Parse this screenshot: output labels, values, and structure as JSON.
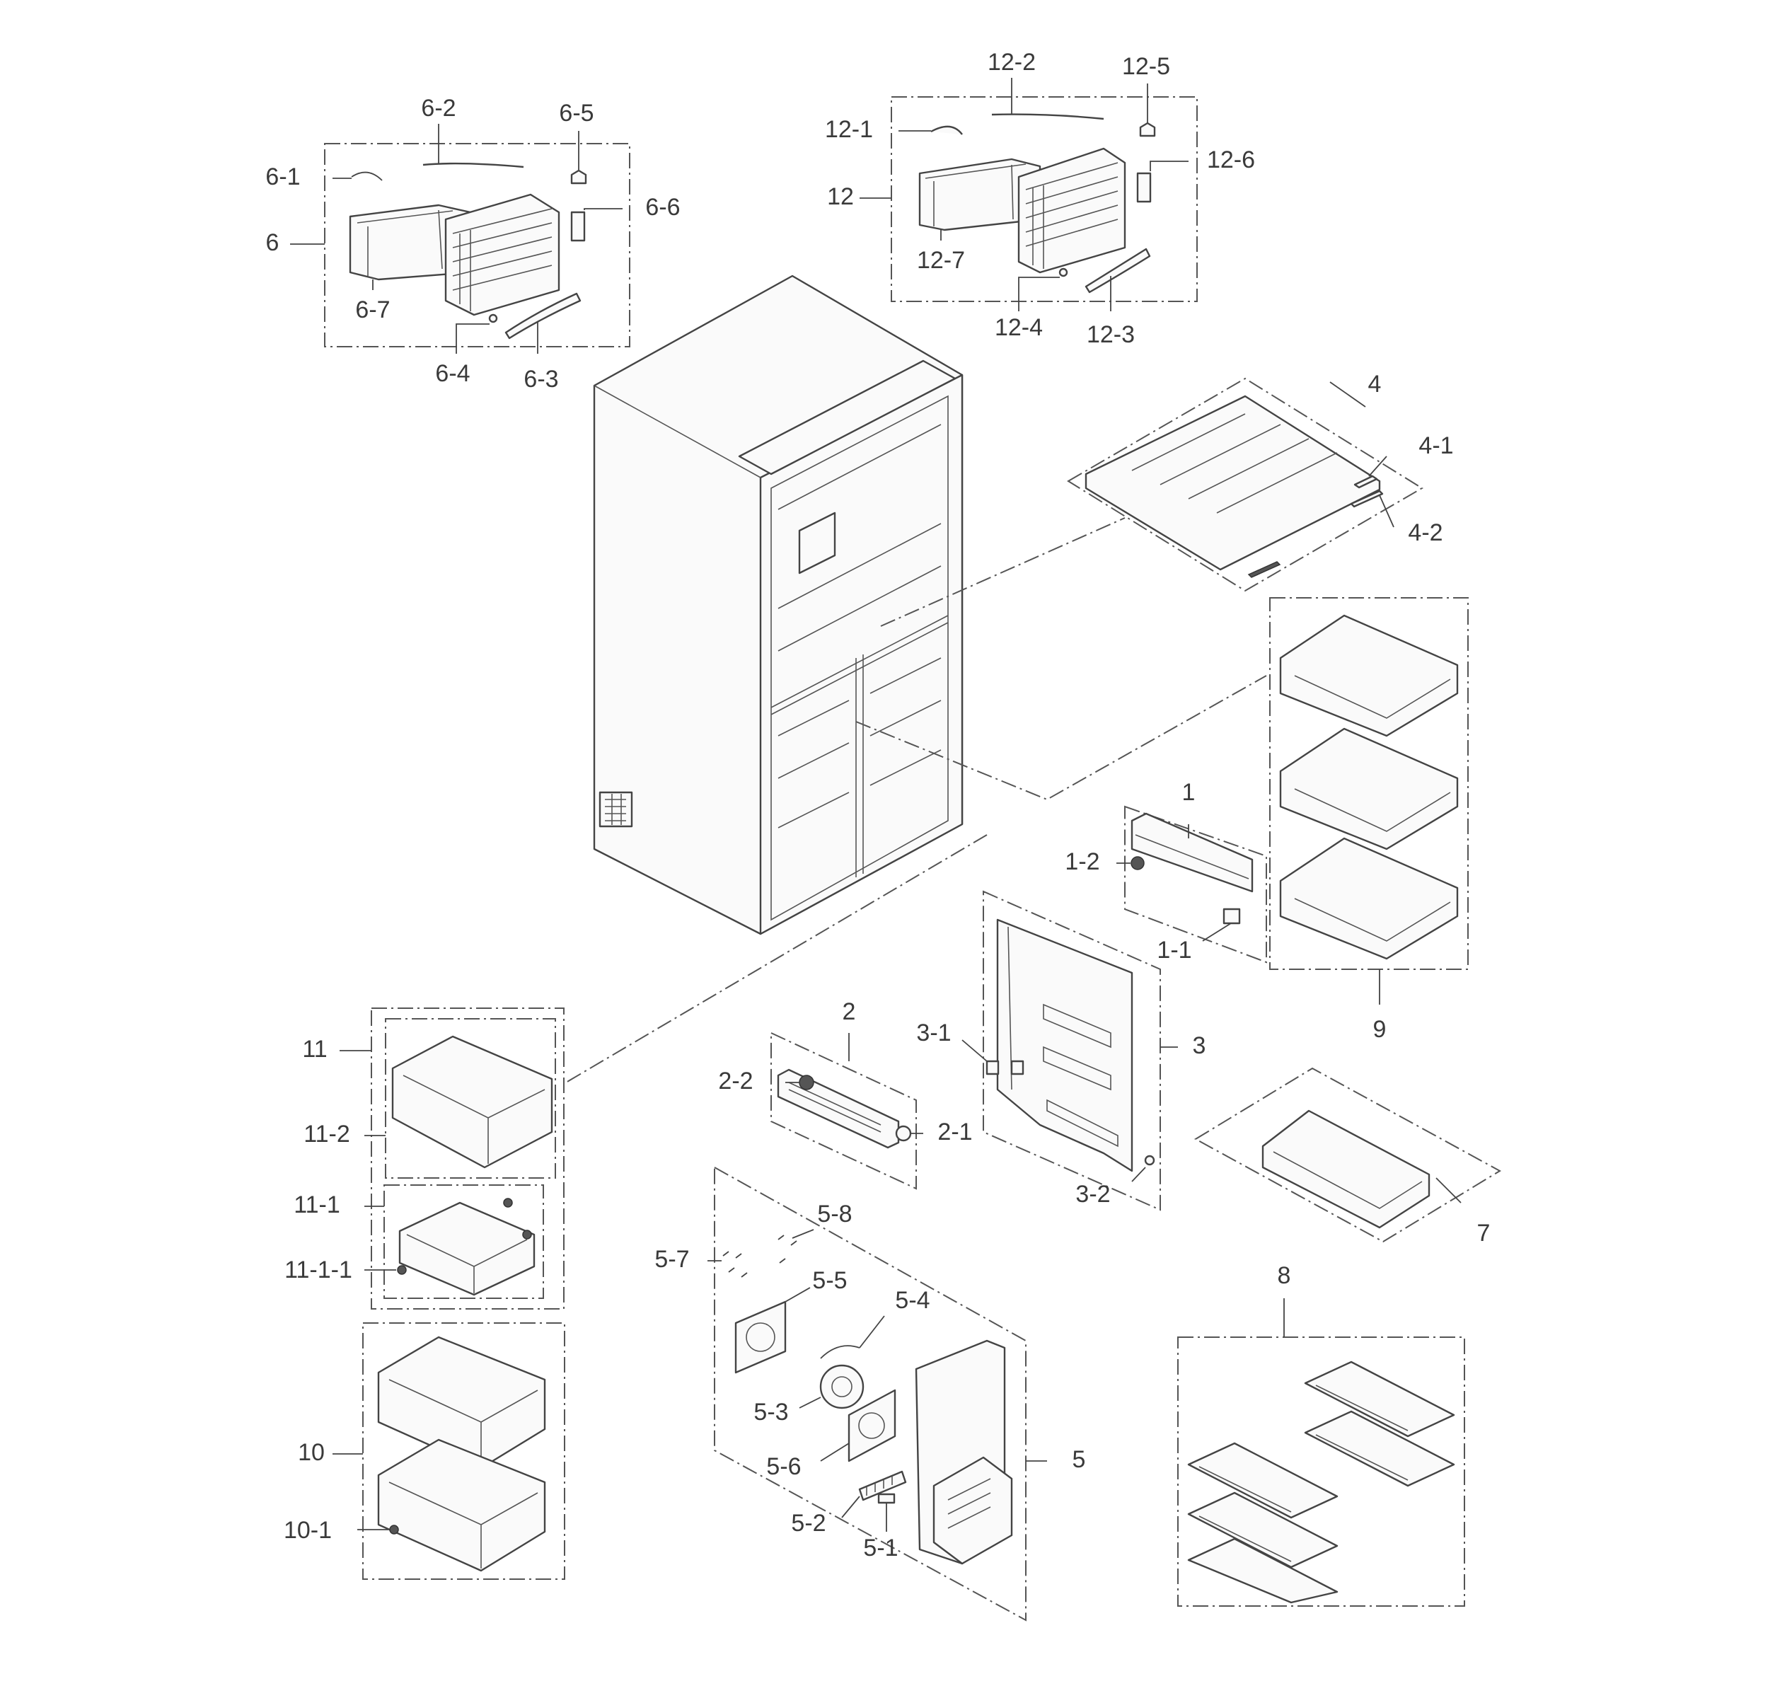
{
  "labels": {
    "l1": "1",
    "l1_1": "1-1",
    "l1_2": "1-2",
    "l2": "2",
    "l2_1": "2-1",
    "l2_2": "2-2",
    "l3": "3",
    "l3_1": "3-1",
    "l3_2": "3-2",
    "l4": "4",
    "l4_1": "4-1",
    "l4_2": "4-2",
    "l5": "5",
    "l5_1": "5-1",
    "l5_2": "5-2",
    "l5_3": "5-3",
    "l5_4": "5-4",
    "l5_5": "5-5",
    "l5_6": "5-6",
    "l5_7": "5-7",
    "l5_8": "5-8",
    "l6": "6",
    "l6_1": "6-1",
    "l6_2": "6-2",
    "l6_3": "6-3",
    "l6_4": "6-4",
    "l6_5": "6-5",
    "l6_6": "6-6",
    "l6_7": "6-7",
    "l7": "7",
    "l8": "8",
    "l9": "9",
    "l10": "10",
    "l10_1": "10-1",
    "l11": "11",
    "l11_1": "11-1",
    "l11_1_1": "11-1-1",
    "l11_2": "11-2",
    "l12": "12",
    "l12_1": "12-1",
    "l12_2": "12-2",
    "l12_3": "12-3",
    "l12_4": "12-4",
    "l12_5": "12-5",
    "l12_6": "12-6",
    "l12_7": "12-7"
  }
}
